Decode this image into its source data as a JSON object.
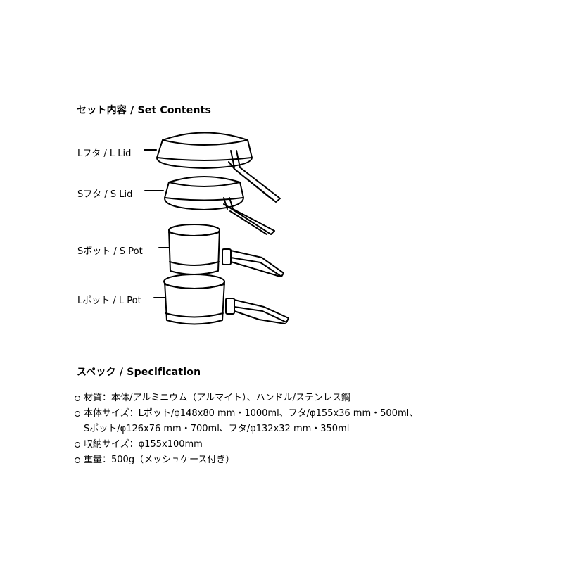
{
  "contents": {
    "heading": "セット内容 / Set Contents",
    "parts": [
      {
        "label": "Lフタ / L Lid"
      },
      {
        "label": "Sフタ / S Lid"
      },
      {
        "label": "Sポット / S Pot"
      },
      {
        "label": "Lポット / L Pot"
      }
    ]
  },
  "spec": {
    "heading": "スペック / Specification",
    "items": [
      {
        "text": "材質：本体/アルミニウム（アルマイト）、ハンドル/ステンレス鋼"
      },
      {
        "text": "本体サイズ：Lポット/φ148x80 mm・1000ml、フタ/φ155x36 mm・500ml、",
        "cont": "Sポット/φ126x76 mm・700ml、フタ/φ132x32 mm・350ml"
      },
      {
        "text": "収納サイズ：φ155x100mm"
      },
      {
        "text": "重量：500g（メッシュケース付き）"
      }
    ]
  }
}
